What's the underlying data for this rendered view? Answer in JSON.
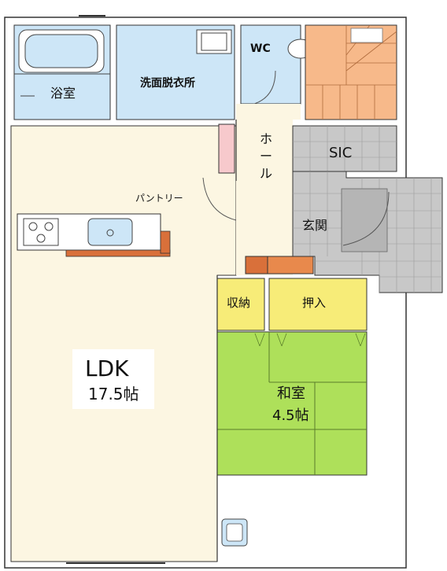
{
  "rooms": {
    "bath": "浴室",
    "washroom": "洗面脱衣所",
    "wc": "WC",
    "hall": "ホール",
    "sic": "SIC",
    "pantry": "パントリー",
    "entrance": "玄関",
    "storage": "収納",
    "closet": "押入",
    "ldk_name": "LDK",
    "ldk_size": "17.5帖",
    "washitsu_name": "和室",
    "washitsu_size": "4.5帖"
  },
  "colors": {
    "wet_area": "#cde6f7",
    "ldk_floor": "#fcf6e2",
    "tatami": "#aee05a",
    "closet": "#f7ec78",
    "stairs": "#f7b98a",
    "tile": "#c8c8c8",
    "pantry": "#f7c9cc",
    "wood": "#d9703a"
  }
}
